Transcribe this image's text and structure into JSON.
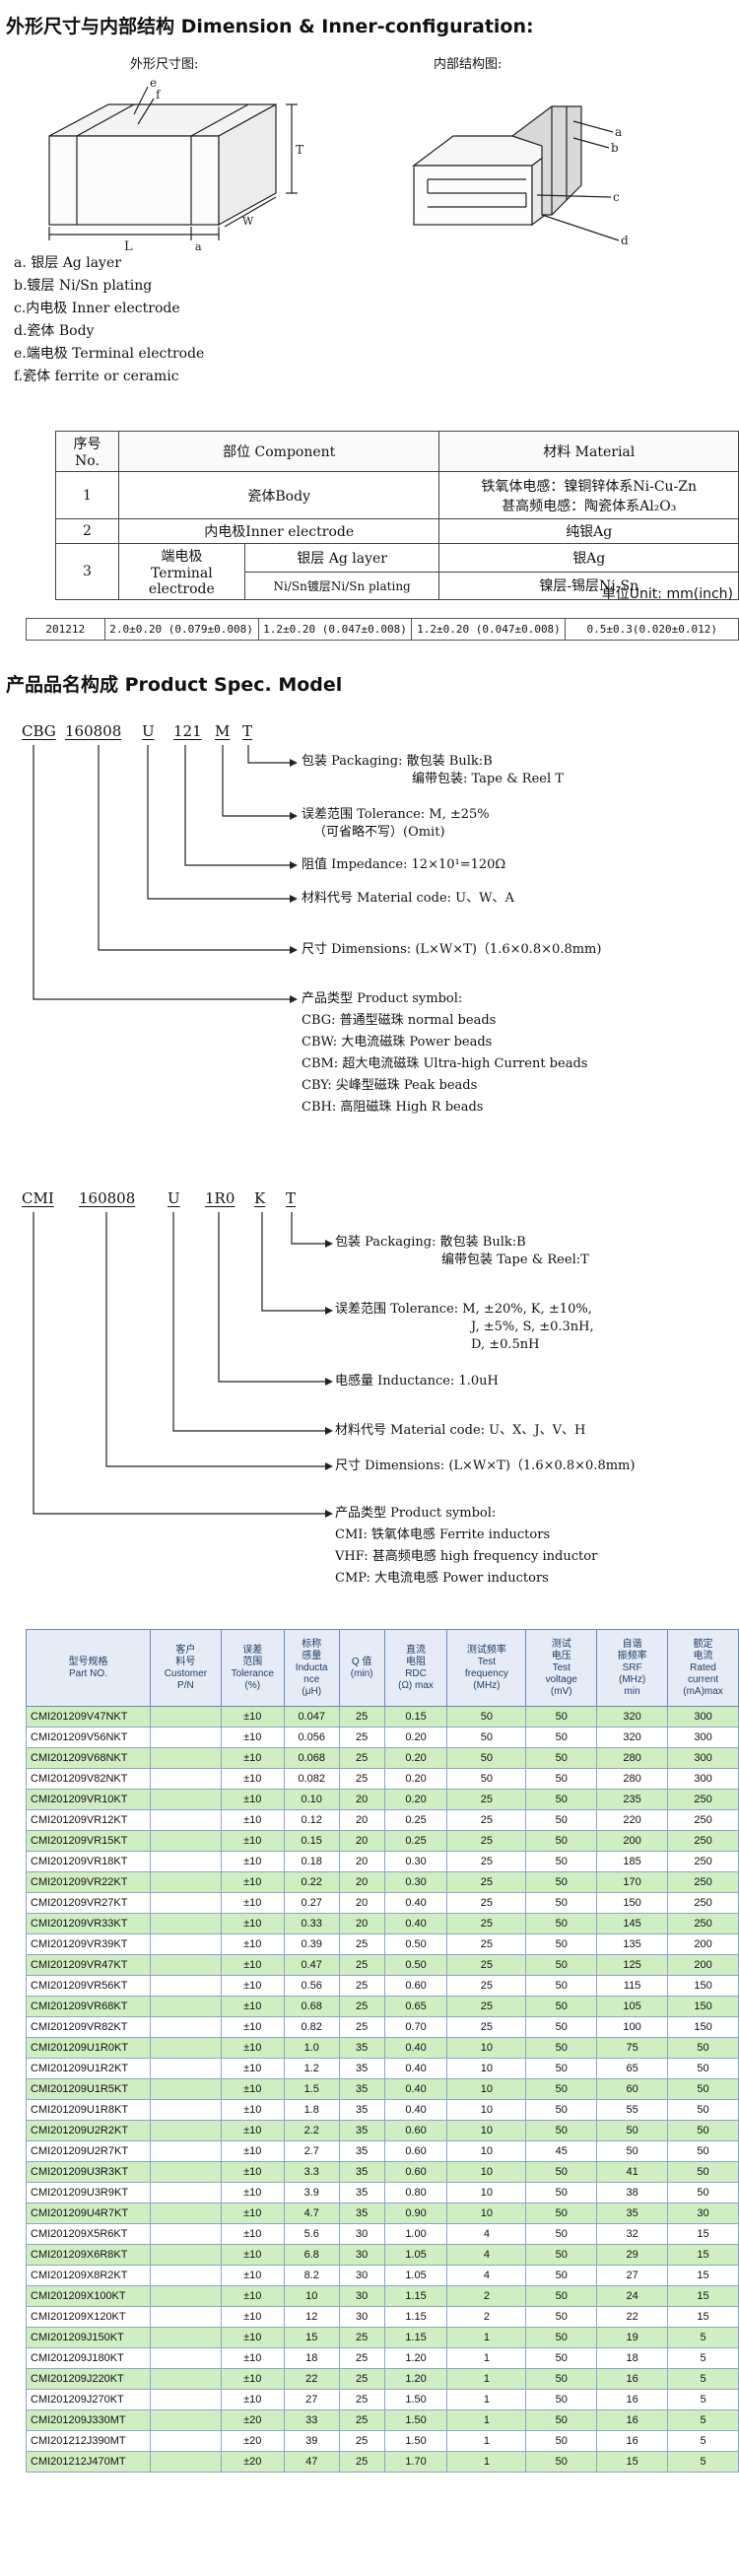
{
  "section1_title": "外形尺寸与内部结构 Dimension & Inner-configuration:",
  "outline_caption": "外形尺寸图:",
  "inner_caption": "内部结构图:",
  "outline_labels": {
    "e": "e",
    "f": "f",
    "T": "T",
    "L": "L",
    "W": "W",
    "a": "a"
  },
  "inner_labels": {
    "a": "a",
    "b": "b",
    "c": "c",
    "d": "d"
  },
  "legend": [
    "a. 银层 Ag layer",
    "b.镀层 Ni/Sn plating",
    "c.内电极 Inner electrode",
    "d.瓷体 Body",
    "e.端电极 Terminal electrode",
    "f.瓷体 ferrite or ceramic"
  ],
  "struct_table": {
    "headers": [
      "序号 No.",
      "部位 Component",
      "材料 Material"
    ],
    "row1": {
      "no": "1",
      "comp": "瓷体Body",
      "mat1": "铁氧体电感：镍铜锌体系Ni-Cu-Zn",
      "mat2": "甚高频电感：陶瓷体系Al₂O₃"
    },
    "row2": {
      "no": "2",
      "comp": "内电极Inner electrode",
      "mat": "纯银Ag"
    },
    "row3": {
      "no": "3",
      "comp": "端电极",
      "comp_en": "Terminal electrode",
      "sub1": "银层 Ag layer",
      "sub2": "Ni/Sn镀层Ni/Sn plating",
      "mat1": "银Ag",
      "mat2": "镍层-锡层Ni-Sn"
    }
  },
  "unit_note": "单位Unit: mm(inch)",
  "dims_row": [
    "201212",
    "2.0±0.20 (0.079±0.008)",
    "1.2±0.20 (0.047±0.008)",
    "1.2±0.20 (0.047±0.008)",
    "0.5±0.3(0.020±0.012)"
  ],
  "section2_title": "产品品名构成 Product Spec. Model",
  "cbg": {
    "codes": [
      "CBG",
      "160808",
      "U",
      "121",
      "M",
      "T"
    ],
    "labels": {
      "packaging1": "包装 Packaging:   散包装 Bulk:B",
      "packaging2": "编带包装: Tape & Reel T",
      "tol1": "误差范围 Tolerance: M, ±25%",
      "tol2": "（可省略不写）(Omit)",
      "imp": "阻值 Impedance: 12×10¹=120Ω",
      "mat": "材料代号 Material code: U、W、A",
      "dim": "尺寸 Dimensions: (L×W×T)（1.6×0.8×0.8mm)",
      "type": "产品类型 Product symbol:",
      "types": [
        "CBG: 普通型磁珠 normal beads",
        "CBW: 大电流磁珠 Power beads",
        "CBM: 超大电流磁珠 Ultra-high Current beads",
        "CBY: 尖峰型磁珠 Peak beads",
        "CBH: 高阻磁珠 High R beads"
      ]
    }
  },
  "cmi": {
    "codes": [
      "CMI",
      "160808",
      "U",
      "1R0",
      "K",
      "T"
    ],
    "labels": {
      "packaging1": "包装 Packaging:   散包装 Bulk:B",
      "packaging2": "编带包装 Tape & Reel:T",
      "tol1": "误差范围 Tolerance:   M, ±20%, K, ±10%,",
      "tol2": "J, ±5%, S, ±0.3nH,",
      "tol3": "D, ±0.5nH",
      "ind": "电感量 Inductance: 1.0uH",
      "mat": "材料代号 Material code: U、X、J、V、H",
      "dim": "尺寸 Dimensions: (L×W×T)（1.6×0.8×0.8mm)",
      "type": "产品类型 Product symbol:",
      "types": [
        "CMI: 铁氧体电感 Ferrite inductors",
        "VHF: 甚高频电感 high frequency inductor",
        "CMP: 大电流电感 Power inductors"
      ]
    }
  },
  "spec_table": {
    "headers": [
      [
        "型号规格",
        "Part NO."
      ],
      [
        "客户",
        "料号",
        "Customer",
        "P/N"
      ],
      [
        "误差",
        "范围",
        "Tolerance",
        "(%)"
      ],
      [
        "标称",
        "感量",
        "Inducta",
        "nce",
        "(μH)"
      ],
      [
        "Q 值",
        "(min)"
      ],
      [
        "直流",
        "电阻",
        "RDC",
        "(Ω) max"
      ],
      [
        "测试频率",
        "Test",
        "frequency",
        "(MHz)"
      ],
      [
        "测试",
        "电压",
        "Test",
        "voltage",
        "(mV)"
      ],
      [
        "自谐",
        "振频率",
        "SRF",
        "(MHz)",
        "min"
      ],
      [
        "额定",
        "电流",
        "Rated",
        "current",
        "(mA)max"
      ]
    ],
    "rows": [
      [
        "CMI201209V47NKT",
        "",
        "±10",
        "0.047",
        "25",
        "0.15",
        "50",
        "50",
        "320",
        "300"
      ],
      [
        "CMI201209V56NKT",
        "",
        "±10",
        "0.056",
        "25",
        "0.20",
        "50",
        "50",
        "320",
        "300"
      ],
      [
        "CMI201209V68NKT",
        "",
        "±10",
        "0.068",
        "25",
        "0.20",
        "50",
        "50",
        "280",
        "300"
      ],
      [
        "CMI201209V82NKT",
        "",
        "±10",
        "0.082",
        "25",
        "0.20",
        "50",
        "50",
        "280",
        "300"
      ],
      [
        "CMI201209VR10KT",
        "",
        "±10",
        "0.10",
        "20",
        "0.20",
        "25",
        "50",
        "235",
        "250"
      ],
      [
        "CMI201209VR12KT",
        "",
        "±10",
        "0.12",
        "20",
        "0.25",
        "25",
        "50",
        "220",
        "250"
      ],
      [
        "CMI201209VR15KT",
        "",
        "±10",
        "0.15",
        "20",
        "0.25",
        "25",
        "50",
        "200",
        "250"
      ],
      [
        "CMI201209VR18KT",
        "",
        "±10",
        "0.18",
        "20",
        "0.30",
        "25",
        "50",
        "185",
        "250"
      ],
      [
        "CMI201209VR22KT",
        "",
        "±10",
        "0.22",
        "20",
        "0.30",
        "25",
        "50",
        "170",
        "250"
      ],
      [
        "CMI201209VR27KT",
        "",
        "±10",
        "0.27",
        "20",
        "0.40",
        "25",
        "50",
        "150",
        "250"
      ],
      [
        "CMI201209VR33KT",
        "",
        "±10",
        "0.33",
        "20",
        "0.40",
        "25",
        "50",
        "145",
        "250"
      ],
      [
        "CMI201209VR39KT",
        "",
        "±10",
        "0.39",
        "25",
        "0.50",
        "25",
        "50",
        "135",
        "200"
      ],
      [
        "CMI201209VR47KT",
        "",
        "±10",
        "0.47",
        "25",
        "0.50",
        "25",
        "50",
        "125",
        "200"
      ],
      [
        "CMI201209VR56KT",
        "",
        "±10",
        "0.56",
        "25",
        "0.60",
        "25",
        "50",
        "115",
        "150"
      ],
      [
        "CMI201209VR68KT",
        "",
        "±10",
        "0.68",
        "25",
        "0.65",
        "25",
        "50",
        "105",
        "150"
      ],
      [
        "CMI201209VR82KT",
        "",
        "±10",
        "0.82",
        "25",
        "0.70",
        "25",
        "50",
        "100",
        "150"
      ],
      [
        "CMI201209U1R0KT",
        "",
        "±10",
        "1.0",
        "35",
        "0.40",
        "10",
        "50",
        "75",
        "50"
      ],
      [
        "CMI201209U1R2KT",
        "",
        "±10",
        "1.2",
        "35",
        "0.40",
        "10",
        "50",
        "65",
        "50"
      ],
      [
        "CMI201209U1R5KT",
        "",
        "±10",
        "1.5",
        "35",
        "0.40",
        "10",
        "50",
        "60",
        "50"
      ],
      [
        "CMI201209U1R8KT",
        "",
        "±10",
        "1.8",
        "35",
        "0.40",
        "10",
        "50",
        "55",
        "50"
      ],
      [
        "CMI201209U2R2KT",
        "",
        "±10",
        "2.2",
        "35",
        "0.60",
        "10",
        "50",
        "50",
        "50"
      ],
      [
        "CMI201209U2R7KT",
        "",
        "±10",
        "2.7",
        "35",
        "0.60",
        "10",
        "45",
        "50",
        "50"
      ],
      [
        "CMI201209U3R3KT",
        "",
        "±10",
        "3.3",
        "35",
        "0.60",
        "10",
        "50",
        "41",
        "50"
      ],
      [
        "CMI201209U3R9KT",
        "",
        "±10",
        "3.9",
        "35",
        "0.80",
        "10",
        "50",
        "38",
        "50"
      ],
      [
        "CMI201209U4R7KT",
        "",
        "±10",
        "4.7",
        "35",
        "0.90",
        "10",
        "50",
        "35",
        "30"
      ],
      [
        "CMI201209X5R6KT",
        "",
        "±10",
        "5.6",
        "30",
        "1.00",
        "4",
        "50",
        "32",
        "15"
      ],
      [
        "CMI201209X6R8KT",
        "",
        "±10",
        "6.8",
        "30",
        "1.05",
        "4",
        "50",
        "29",
        "15"
      ],
      [
        "CMI201209X8R2KT",
        "",
        "±10",
        "8.2",
        "30",
        "1.05",
        "4",
        "50",
        "27",
        "15"
      ],
      [
        "CMI201209X100KT",
        "",
        "±10",
        "10",
        "30",
        "1.15",
        "2",
        "50",
        "24",
        "15"
      ],
      [
        "CMI201209X120KT",
        "",
        "±10",
        "12",
        "30",
        "1.15",
        "2",
        "50",
        "22",
        "15"
      ],
      [
        "CMI201209J150KT",
        "",
        "±10",
        "15",
        "25",
        "1.15",
        "1",
        "50",
        "19",
        "5"
      ],
      [
        "CMI201209J180KT",
        "",
        "±10",
        "18",
        "25",
        "1.20",
        "1",
        "50",
        "18",
        "5"
      ],
      [
        "CMI201209J220KT",
        "",
        "±10",
        "22",
        "25",
        "1.20",
        "1",
        "50",
        "16",
        "5"
      ],
      [
        "CMI201209J270KT",
        "",
        "±10",
        "27",
        "25",
        "1.50",
        "1",
        "50",
        "16",
        "5"
      ],
      [
        "CMI201209J330MT",
        "",
        "±20",
        "33",
        "25",
        "1.50",
        "1",
        "50",
        "16",
        "5"
      ],
      [
        "CMI201212J390MT",
        "",
        "±20",
        "39",
        "25",
        "1.50",
        "1",
        "50",
        "16",
        "5"
      ],
      [
        "CMI201212J470MT",
        "",
        "±20",
        "47",
        "25",
        "1.70",
        "1",
        "50",
        "15",
        "5"
      ]
    ]
  }
}
